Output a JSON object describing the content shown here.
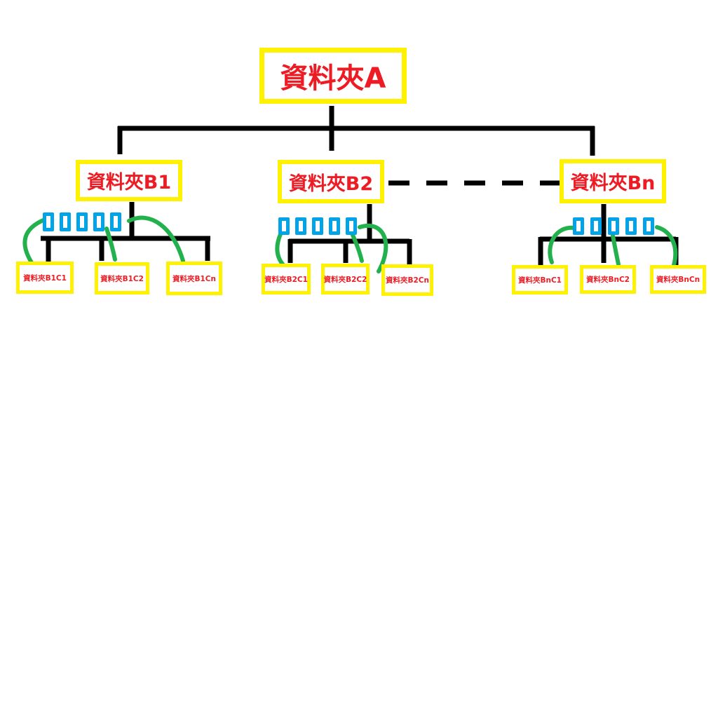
{
  "diagram": {
    "type": "folder-hierarchy-tree",
    "root": {
      "label": "資料夾A"
    },
    "branches": [
      {
        "label": "資料夾B1",
        "file_placeholder_count": 5,
        "children": [
          {
            "label": "資料夾B1C1"
          },
          {
            "label": "資料夾B1C2"
          },
          {
            "label": "資料夾B1Cn"
          }
        ]
      },
      {
        "label": "資料夾B2",
        "file_placeholder_count": 5,
        "children": [
          {
            "label": "資料夾B2C1"
          },
          {
            "label": "資料夾B2C2"
          },
          {
            "label": "資料夾B2Cn"
          }
        ]
      },
      {
        "label": "資料夾Bn",
        "file_placeholder_count": 5,
        "children": [
          {
            "label": "資料夾BnC1"
          },
          {
            "label": "資料夾BnC2"
          },
          {
            "label": "資料夾BnCn"
          }
        ]
      }
    ],
    "notation": {
      "dashed_line_meaning_between": [
        "資料夾B2",
        "資料夾Bn"
      ]
    },
    "colors": {
      "node_border": "#fff200",
      "node_text": "#ed1c24",
      "file_placeholder": "#00a2e8",
      "annotation_curve": "#22b14c",
      "connector": "#000000",
      "background": "#ffffff"
    }
  }
}
